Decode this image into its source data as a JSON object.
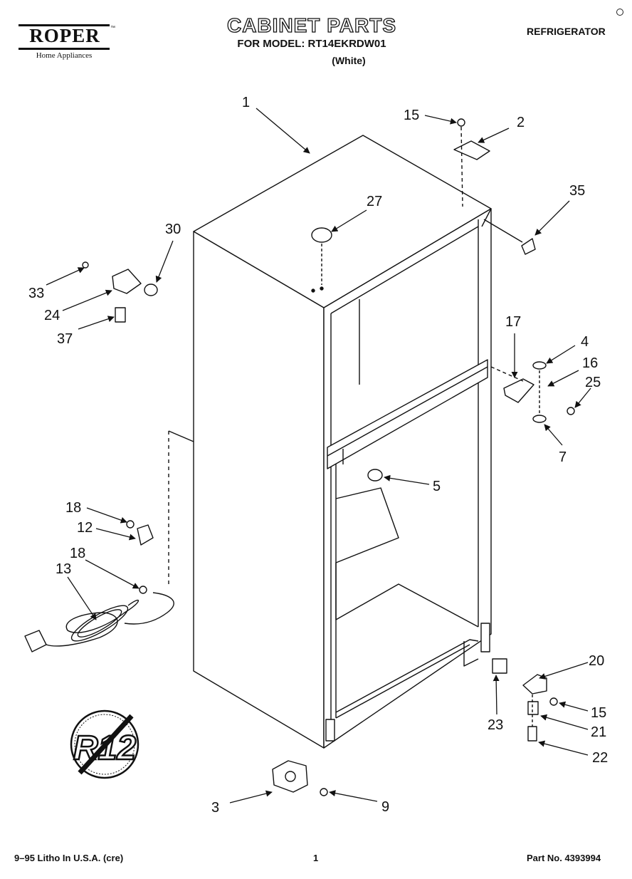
{
  "header": {
    "brand": "ROPER",
    "brand_trademark": "™",
    "brand_subtitle": "Home Appliances",
    "title": "CABINET PARTS",
    "subtitle": "FOR MODEL: RT14EKRDW01",
    "color_variant": "(White)",
    "category": "REFRIGERATOR"
  },
  "callouts": {
    "c1": "1",
    "c2": "2",
    "c3": "3",
    "c4": "4",
    "c5": "5",
    "c7": "7",
    "c9": "9",
    "c12": "12",
    "c13": "13",
    "c15a": "15",
    "c15b": "15",
    "c16": "16",
    "c17": "17",
    "c18a": "18",
    "c18b": "18",
    "c20": "20",
    "c21": "21",
    "c22": "22",
    "c23": "23",
    "c24": "24",
    "c25": "25",
    "c27": "27",
    "c30": "30",
    "c33": "33",
    "c35": "35",
    "c37": "37"
  },
  "badge": {
    "text": "R12"
  },
  "footer": {
    "print_note": "9–95 Litho In U.S.A. (cre)",
    "page_number": "1",
    "part_number": "Part No. 4393994"
  }
}
